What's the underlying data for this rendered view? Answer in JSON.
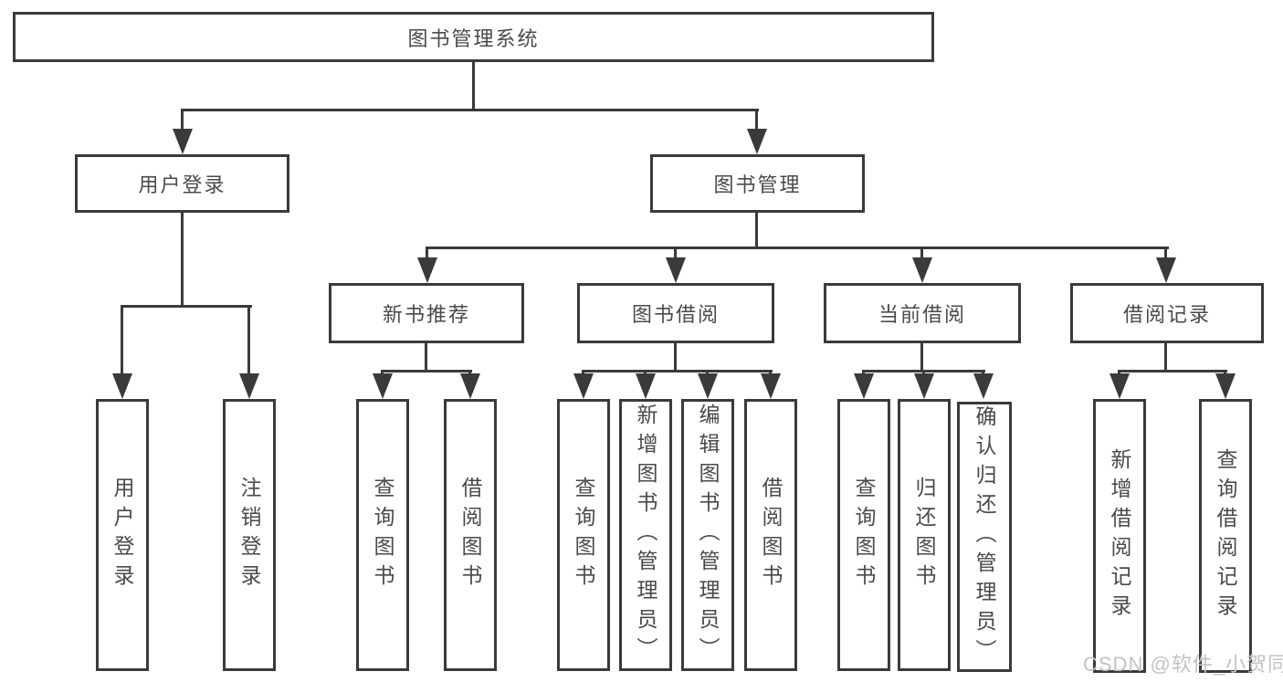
{
  "tree": {
    "label": "图书管理系统",
    "children": [
      {
        "label": "用户登录",
        "children": [
          {
            "label": "用户登录"
          },
          {
            "label": "注销登录"
          }
        ]
      },
      {
        "label": "图书管理",
        "children": [
          {
            "label": "新书推荐",
            "children": [
              {
                "label": "查询图书"
              },
              {
                "label": "借阅图书"
              }
            ]
          },
          {
            "label": "图书借阅",
            "children": [
              {
                "label": "查询图书"
              },
              {
                "label": "新增图书（管理员）"
              },
              {
                "label": "编辑图书（管理员）"
              },
              {
                "label": "借阅图书"
              }
            ]
          },
          {
            "label": "当前借阅",
            "children": [
              {
                "label": "查询图书"
              },
              {
                "label": "归还图书"
              },
              {
                "label": "确认归还（管理员）"
              }
            ]
          },
          {
            "label": "借阅记录",
            "children": [
              {
                "label": "新增借阅记录"
              },
              {
                "label": "查询借阅记录"
              }
            ]
          }
        ]
      }
    ]
  },
  "watermark": "CSDN @软件_小贺同学",
  "colors": {
    "line": "#3a3a3a",
    "text": "#4a4a4a",
    "watermark": "#c3c3c3",
    "background": "#ffffff"
  }
}
